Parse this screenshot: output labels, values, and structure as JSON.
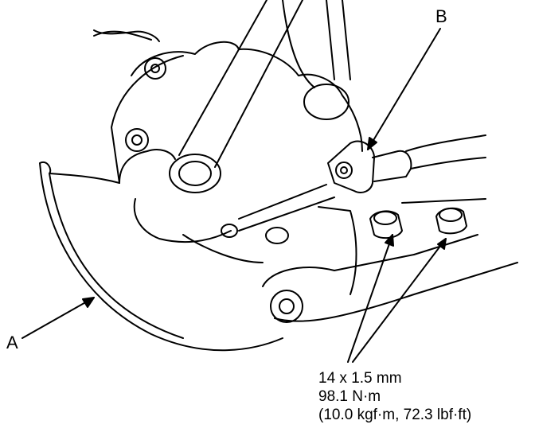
{
  "callouts": {
    "a": "A",
    "b": "B"
  },
  "torque_spec": {
    "size": "14 x 1.5 mm",
    "torque_nm": "98.1 N·m",
    "torque_alt": "(10.0 kgf·m, 72.3 lbf·ft)"
  },
  "colors": {
    "line": "#000000",
    "background": "#ffffff"
  }
}
